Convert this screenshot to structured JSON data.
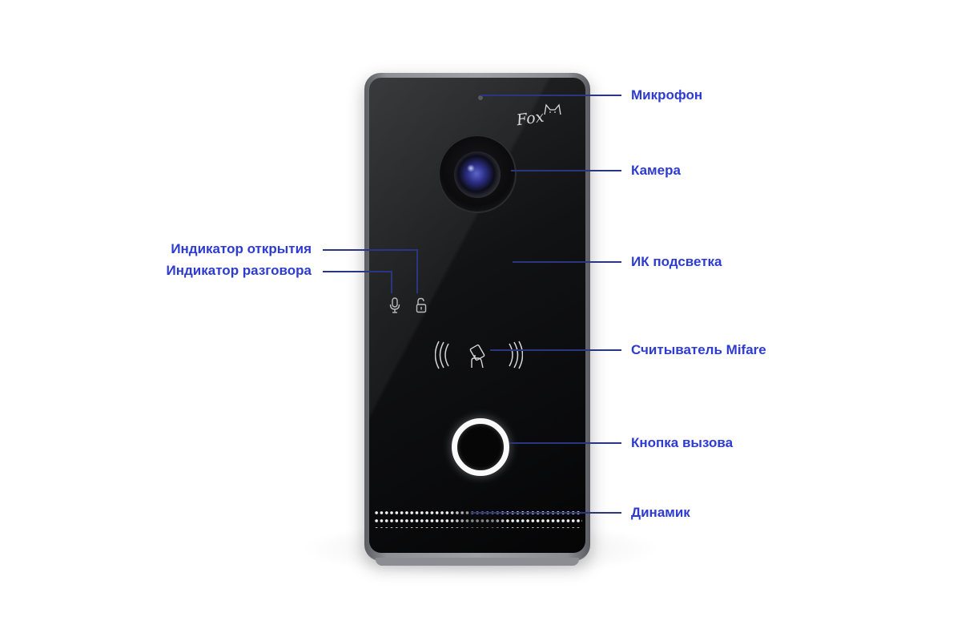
{
  "device": {
    "brand_logo_text": "Fox",
    "icons": {
      "microphone": "microphone-icon",
      "unlock": "open-padlock-icon",
      "card_reader": "contactless-card-icon",
      "call_button": "ring-button"
    },
    "colors": {
      "panel": "#0d0e10",
      "frame": "#9a9ca2",
      "lens_accent": "#2c2f86",
      "call_ring": "#fafafa"
    }
  },
  "labels": {
    "microphone": "Микрофон",
    "camera": "Камера",
    "ir_illumination": "ИК подсветка",
    "mifare_reader": "Считыватель Mifare",
    "call_button": "Кнопка вызова",
    "speaker": "Динамик",
    "unlock_indicator": "Индикатор открытия",
    "talk_indicator": "Индикатор разговора"
  },
  "colors": {
    "label_text": "#2d3bd0",
    "leader_line": "#2a3680"
  }
}
